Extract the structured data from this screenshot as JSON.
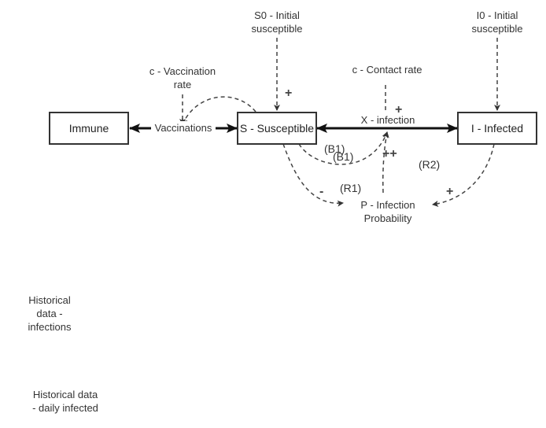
{
  "nodes": {
    "immune": "Immune",
    "susceptible": "S - Susceptible",
    "infected": "I - Infected"
  },
  "flows": {
    "vaccinations": "Vaccinations",
    "infection": "X - infection"
  },
  "variables": {
    "s0": "S0 - Initial susceptible",
    "i0": "I0 - Initial susceptible",
    "vaccination_rate": "c - Vaccination rate",
    "contact_rate": "c - Contact rate",
    "infection_probability": "P - Infection Probability"
  },
  "polarities": {
    "s0_to_s": "+",
    "contact_to_x": "+",
    "p_to_x": "++",
    "s_to_p": "-",
    "i_to_p": "+"
  },
  "loops": {
    "b1_a": "(B1)",
    "b1_b": "(B1)",
    "r1": "(R1)",
    "r2": "(R2)"
  },
  "historical": {
    "infections": "Historical data - infections",
    "daily_infected": "Historical data - daily infected"
  }
}
